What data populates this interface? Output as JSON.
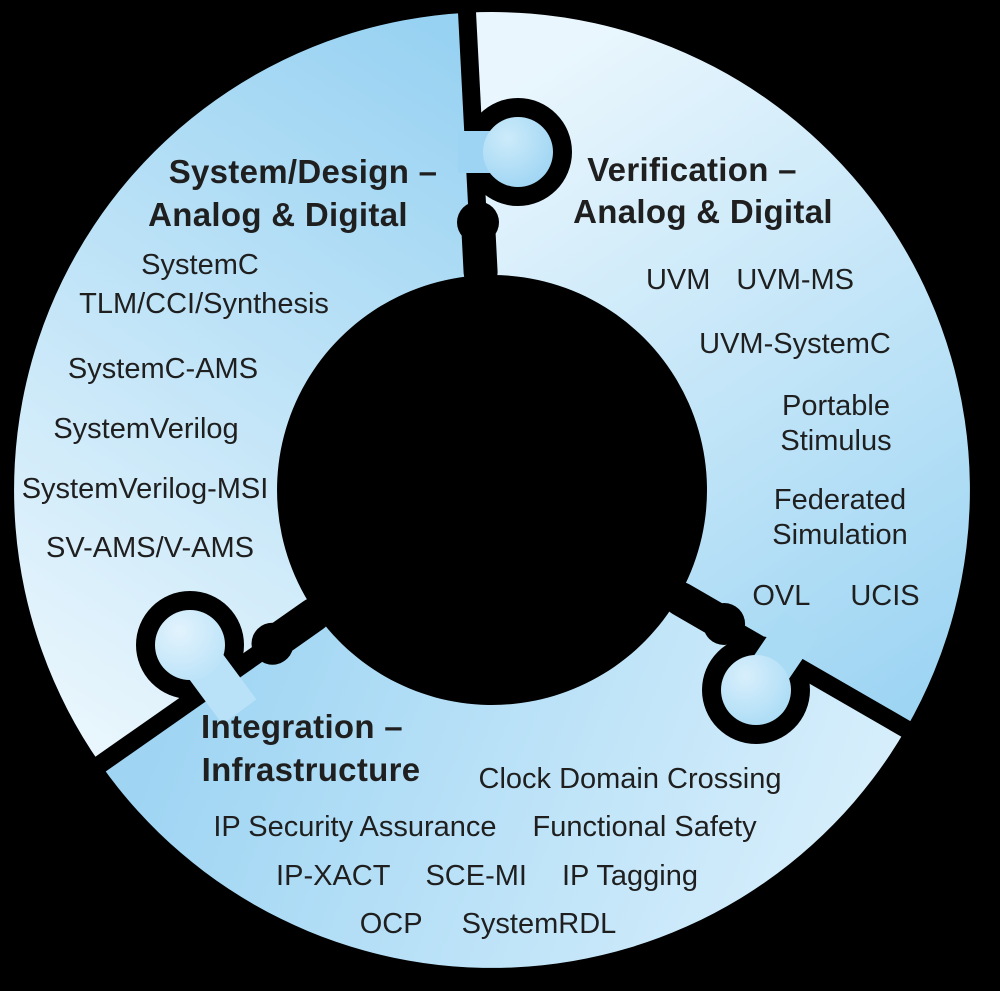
{
  "diagram": {
    "type": "puzzle-ring",
    "background_color": "#000000",
    "text_color": "#1f1f1f",
    "segments": [
      {
        "id": "system-design",
        "title_lines": [
          "System/Design –",
          "Analog & Digital"
        ],
        "items": [
          "SystemC",
          "TLM/CCI/Synthesis",
          "SystemC-AMS",
          "SystemVerilog",
          "SystemVerilog-MSI",
          "SV-AMS/V-AMS"
        ],
        "colors": {
          "light": "#e9f6fd",
          "dark": "#98d2f2",
          "knob": "#9dd4f3",
          "knob_highlight": "#ccebfa"
        }
      },
      {
        "id": "verification",
        "title_lines": [
          "Verification –",
          "Analog & Digital"
        ],
        "items": [
          "UVM",
          "UVM-MS",
          "UVM-SystemC",
          "Portable Stimulus",
          "Federated Simulation",
          "OVL",
          "UCIS"
        ],
        "colors": {
          "light": "#e9f6fd",
          "dark": "#9ed5f3",
          "knob": "#a9dbf5",
          "knob_highlight": "#d8effc"
        }
      },
      {
        "id": "integration",
        "title_lines": [
          "Integration –",
          "Infrastructure"
        ],
        "items": [
          "Clock Domain Crossing",
          "IP Security Assurance",
          "Functional Safety",
          "IP-XACT",
          "SCE-MI",
          "IP Tagging",
          "OCP",
          "SystemRDL"
        ],
        "colors": {
          "light": "#d8effc",
          "dark": "#9fd5f3",
          "knob": "#b9e2f8",
          "knob_highlight": "#e2f3fd"
        }
      }
    ]
  }
}
